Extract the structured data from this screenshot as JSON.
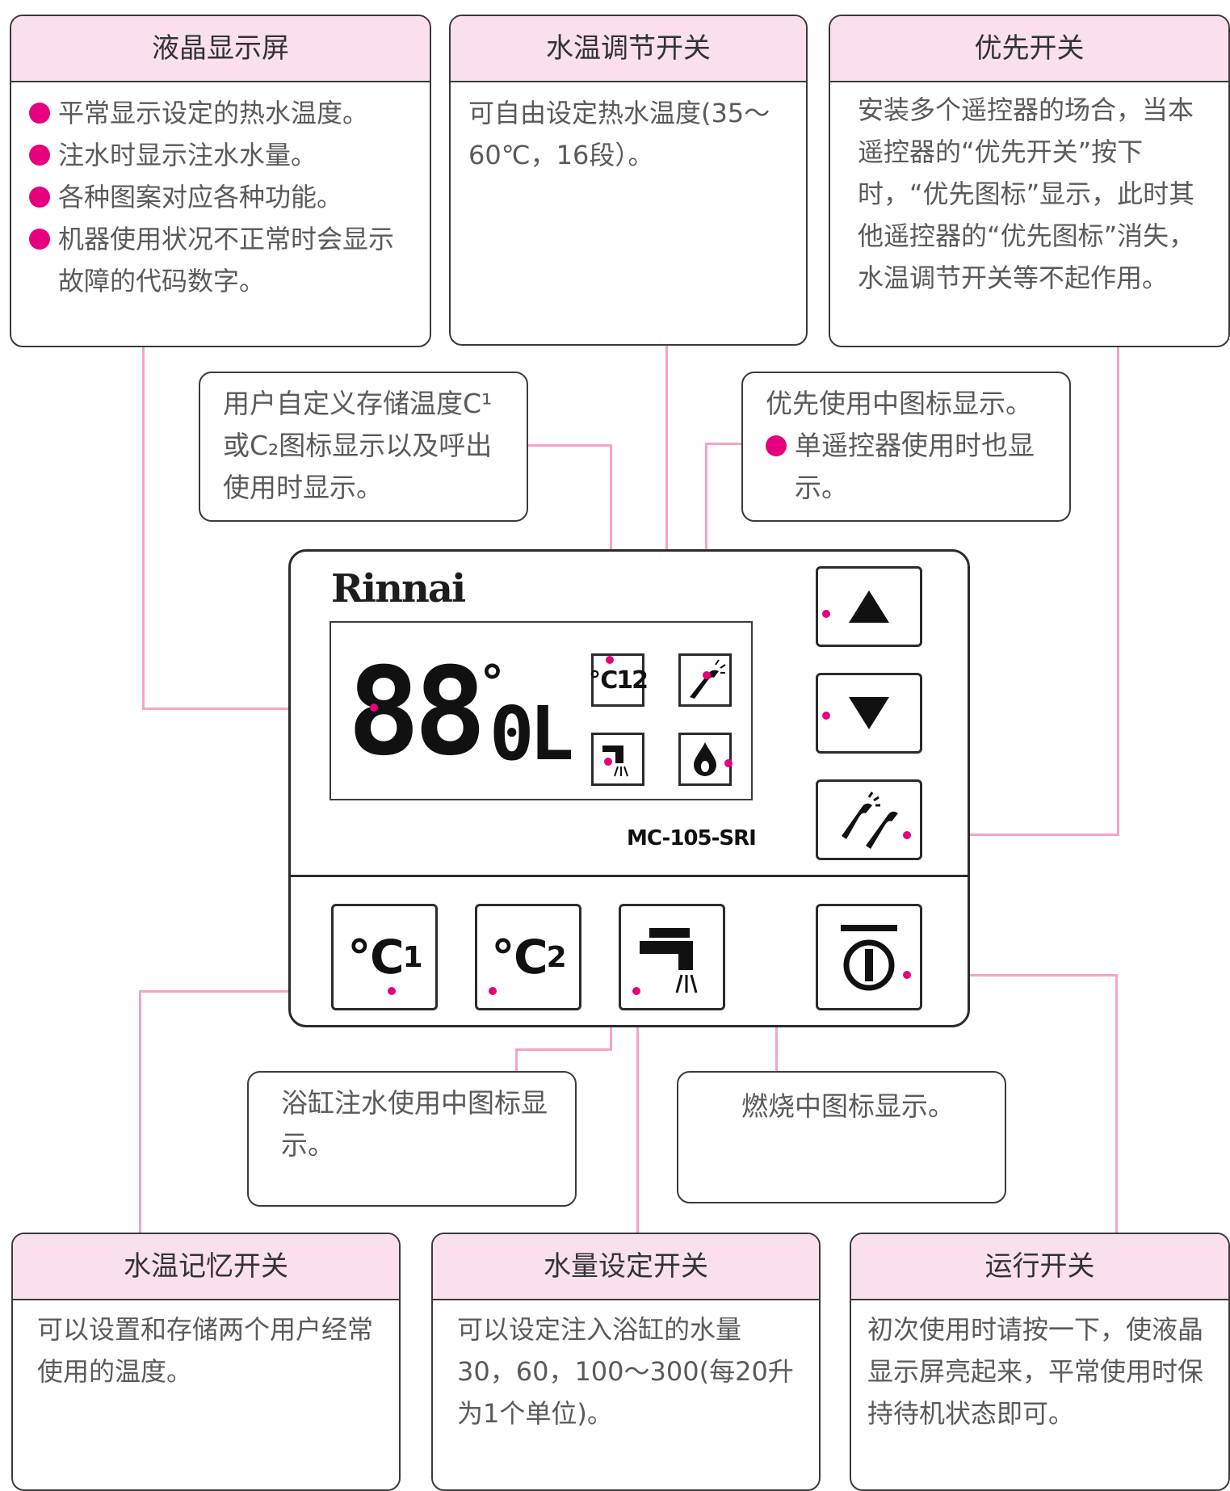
{
  "top_boxes": {
    "lcd": {
      "title": "液晶显示屏",
      "items": [
        "平常显示设定的热水温度。",
        "注水时显示注水水量。",
        "各种图案对应各种功能。",
        "机器使用状况不正常时会显示故障的代码数字。"
      ]
    },
    "temp_switch": {
      "title": "水温调节开关",
      "text": "可自由设定热水温度(35～60℃，16段）。"
    },
    "priority_switch": {
      "title": "优先开关",
      "text": "安装多个遥控器的场合，当本遥控器的“优先开关”按下时，“优先图标”显示，此时其他遥控器的“优先图标”消失，水温调节开关等不起作用。"
    }
  },
  "mid_notes": {
    "custom_temp": "用户自定义存储温度C¹或C₂图标显示以及呼出使用时显示。",
    "priority_icon_line1": "优先使用中图标显示。",
    "priority_icon_bullet": "单遥控器使用时也显示。"
  },
  "device": {
    "brand": "Rinnai",
    "lcd_digits": "88",
    "lcd_degree": "°",
    "lcd_volume": "0L",
    "lcd_icon_c": "℃12",
    "model": "MC-105-SRI",
    "btn_c1_main": "℃",
    "btn_c1_sub": "1",
    "btn_c2_main": "℃",
    "btn_c2_sub": "2"
  },
  "low_notes": {
    "bath_icon": "浴缸注水使用中图标显示。",
    "burn_icon": "燃烧中图标显示。"
  },
  "bottom_boxes": {
    "memory_switch": {
      "title": "水温记忆开关",
      "text": "可以设置和存储两个用户经常使用的温度。"
    },
    "volume_switch": {
      "title": "水量设定开关",
      "text": "可以设定注入浴缸的水量30，60，100～300(每20升为1个单位)。"
    },
    "run_switch": {
      "title": "运行开关",
      "text": "初次使用时请按一下，使液晶显示屏亮起来，平常使用时保持待机状态即可。"
    }
  },
  "colors": {
    "accent": "#e6007e",
    "line": "#f5a3c8",
    "header_bg": "#f9e0ec"
  }
}
